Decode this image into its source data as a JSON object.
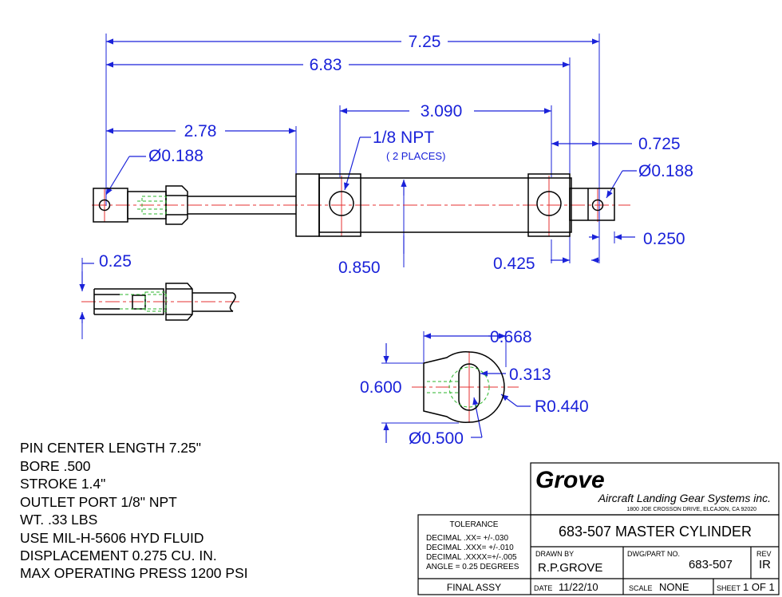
{
  "dimensions": {
    "overall": "7.25",
    "pin_span": "6.83",
    "body_length": "3.090",
    "rod_length": "2.78",
    "pin_dia_left": "Ø0.188",
    "port": "1/8 NPT",
    "port_note": "( 2 PLACES)",
    "eye_end": "0.725",
    "pin_dia_right": "Ø0.188",
    "eye_slot": "0.250",
    "body_dia": "0.850",
    "port_offset": "0.425",
    "clevis_slot": "0.25",
    "eye_width": "0.668",
    "eye_height": "0.600",
    "eye_hole": "0.313",
    "eye_radius": "R0.440",
    "eye_dia": "Ø0.500"
  },
  "notes": [
    "PIN CENTER LENGTH 7.25\"",
    "BORE .500",
    "STROKE 1.4\"",
    "OUTLET PORT 1/8\" NPT",
    "WT.  .33 LBS",
    "USE MIL-H-5606 HYD FLUID",
    "DISPLACEMENT 0.275 CU. IN.",
    "MAX OPERATING PRESS 1200 PSI"
  ],
  "title_block": {
    "company": "Grove",
    "company_full": "Aircraft Landing Gear Systems inc.",
    "address": "1800 JOE CROSSON DRIVE, ELCAJON, CA 92020",
    "tolerance_heading": "TOLERANCE",
    "tolerances": [
      "DECIMAL  .XX=  +/-.030",
      "DECIMAL  .XXX= +/-.010",
      "DECIMAL  .XXXX=+/-.005",
      "ANGLE = 0.25 DEGREES"
    ],
    "title": "683-507 MASTER CYLINDER",
    "drawn_by_label": "DRAWN  BY",
    "drawn_by": "R.P.GROVE",
    "dwg_label": "DWG/PART NO.",
    "dwg_no": "683-507",
    "rev_label": "REV",
    "rev": "IR",
    "status": "FINAL ASSY",
    "date_label": "DATE",
    "date": "11/22/10",
    "scale_label": "SCALE",
    "scale": "NONE",
    "sheet_label": "SHEET",
    "sheet": "1 OF 1"
  }
}
